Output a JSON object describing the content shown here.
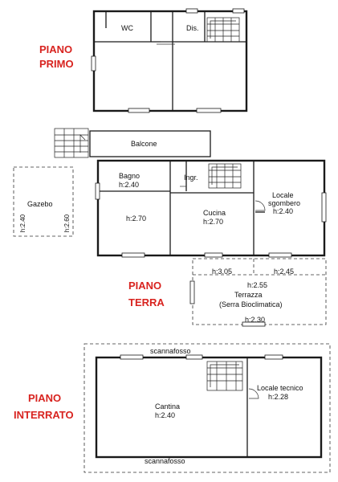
{
  "floors": {
    "primo": {
      "line1": "PIANO",
      "line2": "PRIMO"
    },
    "terra": {
      "line1": "PIANO",
      "line2": "TERRA"
    },
    "interrato": {
      "line1": "PIANO",
      "line2": "INTERRATO"
    }
  },
  "rooms": {
    "wc": "WC",
    "dis": "Dis.",
    "balcone": "Balcone",
    "gazebo": "Gazebo",
    "gazebo_h1": "h:2.40",
    "gazebo_h2": "h:2.60",
    "bagno": "Bagno",
    "bagno_h": "h:2.40",
    "ingr": "Ingr.",
    "room_h": "h:2.70",
    "cucina": "Cucina",
    "cucina_h": "h:2.70",
    "locale_sg1": "Locale",
    "locale_sg2": "sgombero",
    "locale_sg_h": "h:2.40",
    "terr_h1": "h:3.05",
    "terr_h2": "h:2.45",
    "terr_h3": "h:2.55",
    "terrazza": "Terrazza",
    "serra": "(Serra Bioclimatica)",
    "terr_h4": "h:2.30",
    "scannafosso_top": "scannafosso",
    "scannafosso_bottom": "scannafosso",
    "cantina": "Cantina",
    "cantina_h": "h:2.40",
    "tecnico1": "Locale tecnico",
    "tecnico_h": "h:2.28"
  },
  "colors": {
    "floor_label": "#d8231f",
    "walls": "#1a1a1a"
  }
}
